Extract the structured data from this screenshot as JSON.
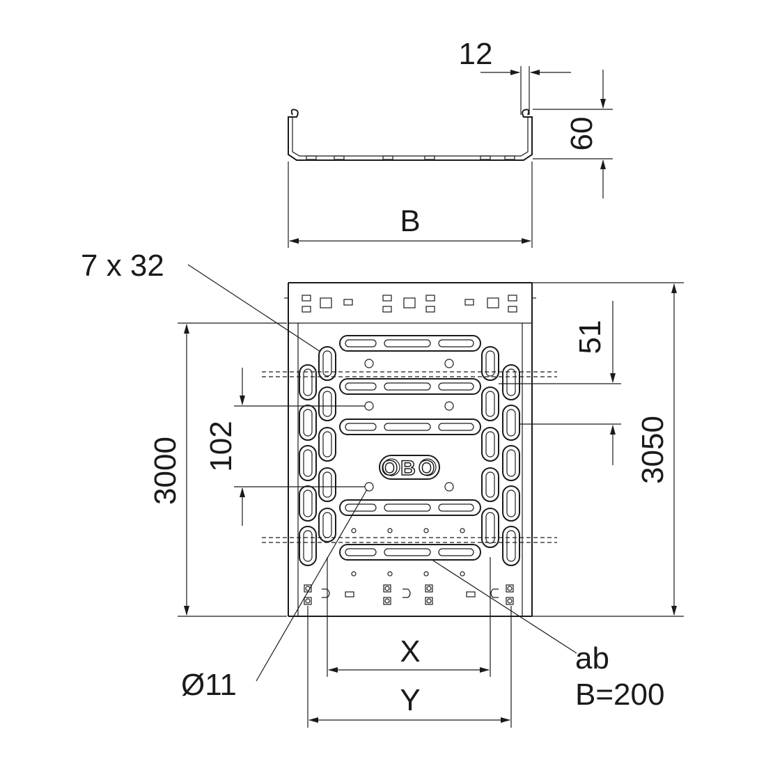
{
  "labels": {
    "dim_12": "12",
    "dim_60": "60",
    "dim_b": "B",
    "perforation": "7 x 32",
    "dim_51": "51",
    "dim_3000": "3000",
    "dim_102": "102",
    "dim_3050": "3050",
    "logo": "OBO",
    "dim_x": "X",
    "dim_y": "Y",
    "hole_dia": "Ø11",
    "note_ab": "ab",
    "note_b200": "B=200"
  }
}
